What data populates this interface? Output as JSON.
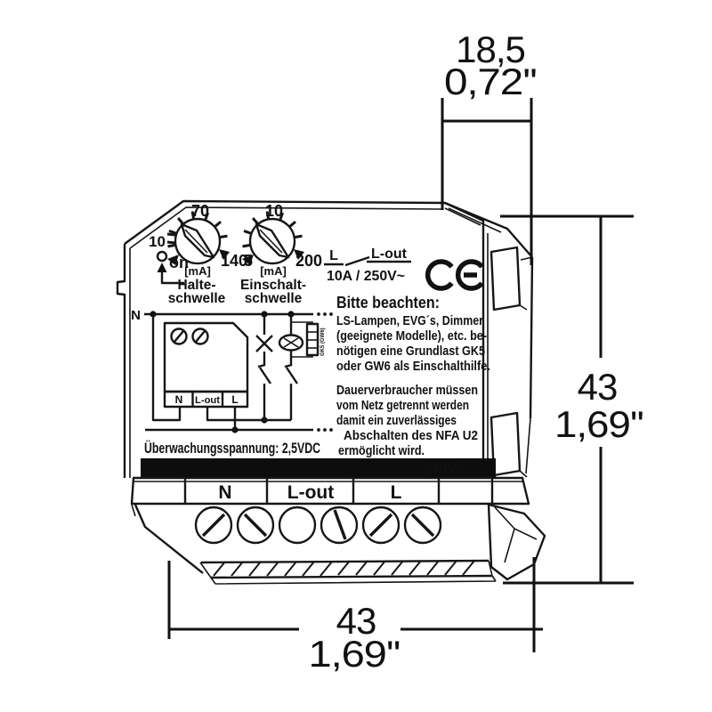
{
  "dimensions": {
    "top_mm": "18,5",
    "top_inch": "0,72''",
    "right_mm": "43",
    "right_inch": "1,69''",
    "bottom_mm": "43",
    "bottom_inch": "1,69''"
  },
  "dial_halte": {
    "tick_top": "70",
    "tick_left": "10",
    "tick_right": "140",
    "unit": "[mA]",
    "on_label": "on",
    "label_line1": "Halte-",
    "label_line2": "schwelle"
  },
  "dial_einschalt": {
    "tick_top": "10",
    "tick_left": "5",
    "tick_right": "200",
    "unit": "[mA]",
    "label_line1": "Einschalt-",
    "label_line2": "schwelle"
  },
  "contact": {
    "l": "L",
    "l_out": "L-out",
    "rating": "10A / 250V~"
  },
  "ce_mark": "CE",
  "notice": {
    "heading": "Bitte beachten:",
    "p1l1": "LS-Lampen, EVG´s, Dimmer",
    "p1l2": "(geeignete Modelle), etc. be-",
    "p1l3": "nötigen eine Grundlast GK5",
    "p1l4": "oder GW6 als Einschalthilfe.",
    "p2l1": "Dauerverbraucher müssen",
    "p2l2": "vom Netz getrennt werden",
    "p2l3": "damit ein zuverlässiges",
    "p2l4": "Abschalten des NFA U2",
    "p2l5": "ermöglicht wird."
  },
  "circuit": {
    "n_rail": "N",
    "term_n": "N",
    "term_lout": "L-out",
    "term_l": "L",
    "baseload": "GK5 (GW6)"
  },
  "monitoring_label": "Überwachungsspannung: 2,5VDC",
  "voltage_bar": "230V~",
  "strip": {
    "n": "N",
    "l_out": "L-out",
    "l": "L"
  }
}
